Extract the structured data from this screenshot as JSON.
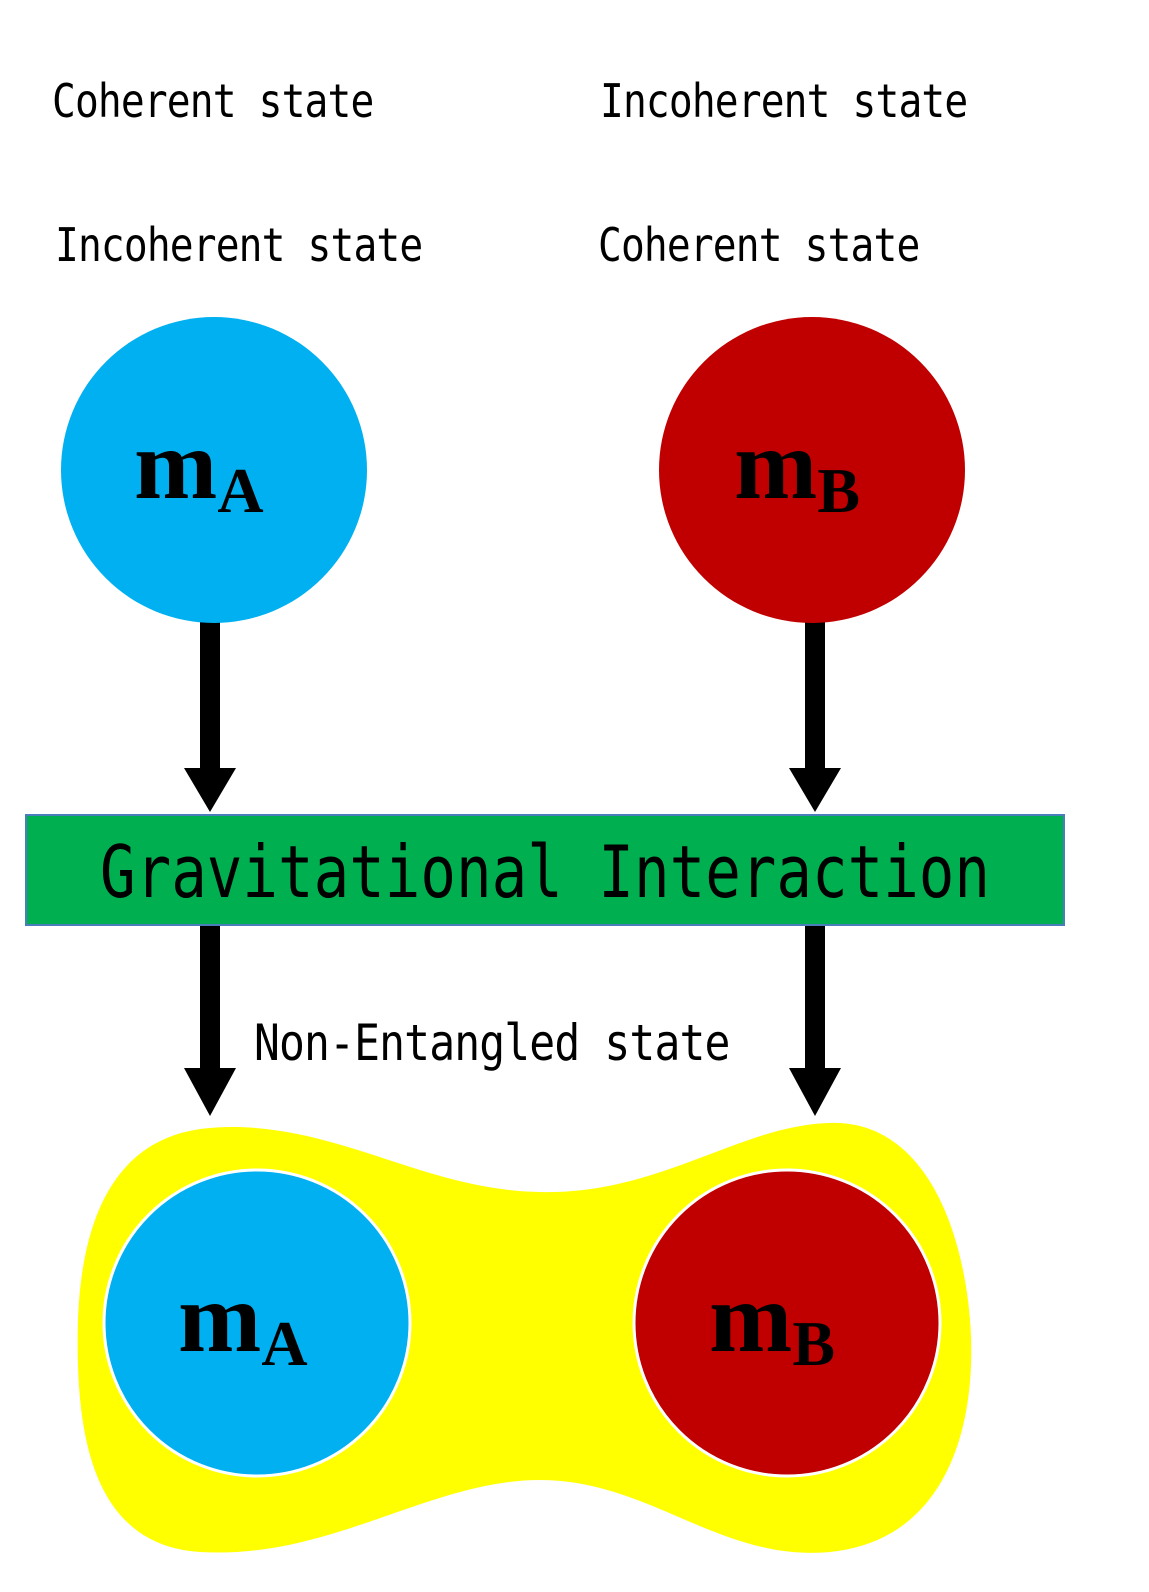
{
  "labels": {
    "top_left_1": "Coherent state",
    "top_right_1": "Incoherent state",
    "top_left_2": "Incoherent state",
    "top_right_2": "Coherent state",
    "non_entangled": "Non-Entangled state"
  },
  "banner": {
    "text": "Gravitational Interaction"
  },
  "masses": {
    "a": {
      "symbol": "m",
      "subscript": "A"
    },
    "b": {
      "symbol": "m",
      "subscript": "B"
    }
  },
  "colors": {
    "mass_a": "#00b0f0",
    "mass_b": "#c00000",
    "banner_fill": "#00b050",
    "banner_border": "#4a7ebb",
    "cloud": "#ffff00",
    "arrow": "#000000"
  }
}
